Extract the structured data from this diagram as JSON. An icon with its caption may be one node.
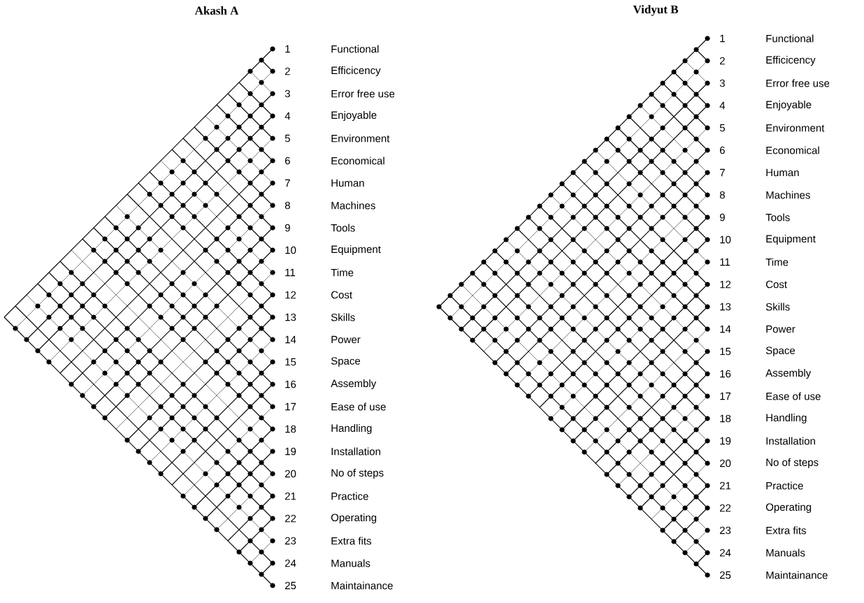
{
  "diagram": {
    "labels": [
      "Akash A",
      "1",
      "Functional",
      "2",
      "Efficicency",
      "3",
      "Error free use",
      "4",
      "Enjoyable",
      "5",
      "Environment",
      "6",
      "Economical",
      "7",
      "Human",
      "8",
      "Machines",
      "9",
      "Tools",
      "10",
      "Equipment",
      "11",
      "Time",
      "12",
      "Cost",
      "13",
      "Skills",
      "14",
      "Power",
      "15",
      "Space",
      "16",
      "Assembly",
      "17",
      "Ease of use",
      "18",
      "Handling",
      "19",
      "Installation",
      "20",
      "No of steps",
      "21",
      "Practice",
      "22",
      "Operating",
      "23",
      "Extra fits",
      "24",
      "Manuals",
      "25",
      "Maintainance",
      "Vidyut B",
      "1",
      "Functional",
      "2",
      "Efficicency",
      "3",
      "Error free use",
      "4",
      "Enjoyable",
      "5",
      "Environment",
      "6",
      "Economical",
      "7",
      "Human",
      "8",
      "Machines",
      "9",
      "Tools",
      "10",
      "Equipment",
      "11",
      "Time",
      "12",
      "Cost",
      "13",
      "Skills",
      "14",
      "Power",
      "15",
      "Space",
      "16",
      "Assembly",
      "17",
      "Ease of use",
      "18",
      "Handling",
      "19",
      "Installation",
      "20",
      "No of steps",
      "21",
      "Practice",
      "22",
      "Operating",
      "23",
      "Extra fits",
      "24",
      "Manuals",
      "25",
      "Maintainance"
    ]
  }
}
